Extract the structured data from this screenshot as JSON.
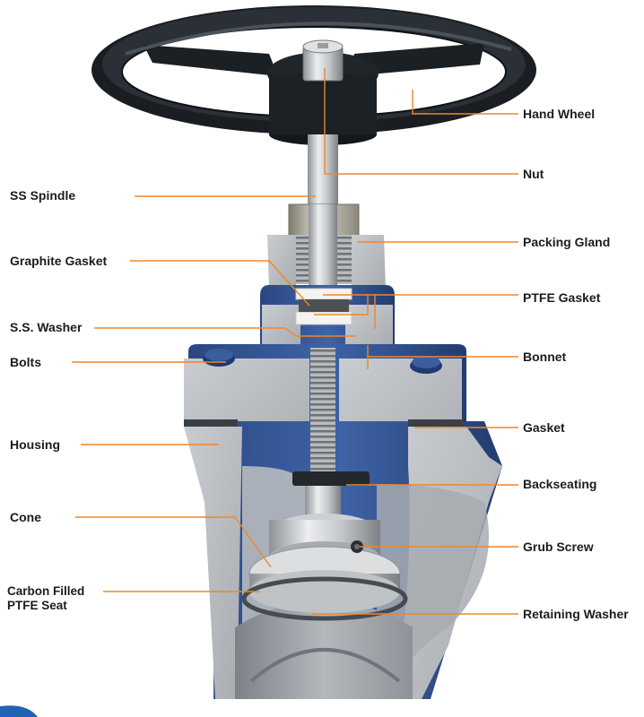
{
  "labels": {
    "hand_wheel": "Hand Wheel",
    "nut": "Nut",
    "ss_spindle": "SS Spindle",
    "packing_gland": "Packing Gland",
    "graphite_gasket": "Graphite Gasket",
    "ptfe_gasket": "PTFE Gasket",
    "ss_washer": "S.S. Washer",
    "bonnet": "Bonnet",
    "bolts": "Bolts",
    "gasket": "Gasket",
    "housing": "Housing",
    "backseating": "Backseating",
    "cone": "Cone",
    "grub_screw": "Grub Screw",
    "carbon_filled_line1": "Carbon Filled",
    "carbon_filled_line2": "PTFE Seat",
    "retaining_washer": "Retaining Washer"
  },
  "colors": {
    "leader_line": "#f0862a",
    "label_text": "#1c1c1c",
    "body_blue": "#2f4f8f",
    "cut_metal": "#b9bcc0",
    "steel": "#cfd2d4",
    "wheel": "#15191d",
    "accent_corner": "#1f63b6"
  }
}
